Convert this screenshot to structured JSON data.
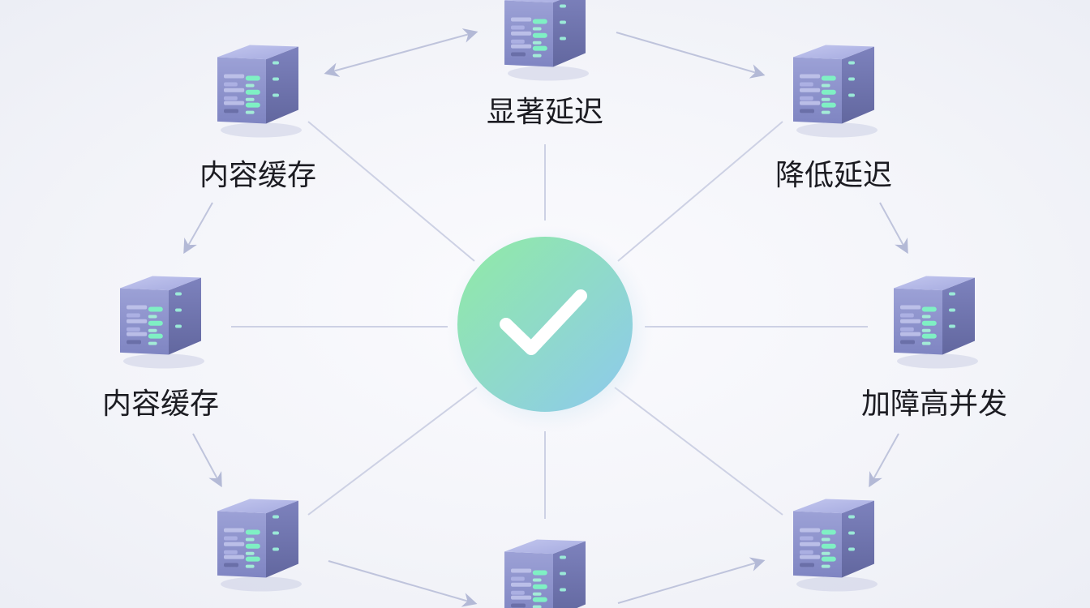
{
  "nodes": [
    {
      "id": "top",
      "label": "显著延迟"
    },
    {
      "id": "upper-left",
      "label": "内容缓存"
    },
    {
      "id": "upper-right",
      "label": "降低延迟"
    },
    {
      "id": "middle-left",
      "label": "内容缓存"
    },
    {
      "id": "middle-right",
      "label": "加障高并发"
    },
    {
      "id": "lower-left",
      "label": ""
    },
    {
      "id": "bottom",
      "label": ""
    },
    {
      "id": "lower-right",
      "label": ""
    }
  ],
  "hub": {
    "icon": "checkmark-icon",
    "gradient": [
      "#8fe8a8",
      "#8fd0ea"
    ]
  },
  "colors": {
    "server_body": "#8e94cc",
    "server_side": "#6f74ad",
    "server_top": "#b3b8e6",
    "led_green": "#7ff0c0",
    "connector": "#c9cde0",
    "arrow": "#b6bcd8"
  }
}
